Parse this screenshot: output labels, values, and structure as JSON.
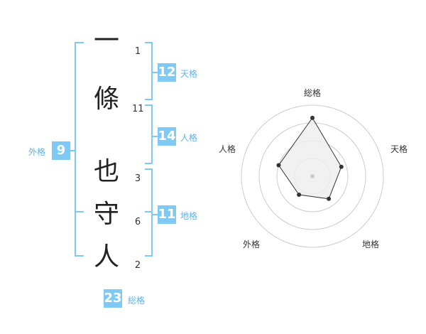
{
  "name": {
    "chars": [
      {
        "char": "一",
        "strokes": "1"
      },
      {
        "char": "條",
        "strokes": "11"
      },
      {
        "char": "也",
        "strokes": "3"
      },
      {
        "char": "守",
        "strokes": "6"
      },
      {
        "char": "人",
        "strokes": "2"
      }
    ]
  },
  "scores": {
    "tenkaku": {
      "label": "天格",
      "value": "12"
    },
    "jinkaku": {
      "label": "人格",
      "value": "14"
    },
    "chikaku": {
      "label": "地格",
      "value": "11"
    },
    "gaikaku": {
      "label": "外格",
      "value": "9"
    },
    "soukaku": {
      "label": "総格",
      "value": "23"
    }
  },
  "chart_data": {
    "type": "radar",
    "axes": [
      "総格",
      "天格",
      "地格",
      "外格",
      "人格"
    ],
    "values": [
      23,
      12,
      11,
      9,
      14
    ],
    "rmax": 28,
    "rings": 4,
    "line_color": "#333333",
    "fill_color": "#eeeeee",
    "grid_color": "#cccccc"
  }
}
